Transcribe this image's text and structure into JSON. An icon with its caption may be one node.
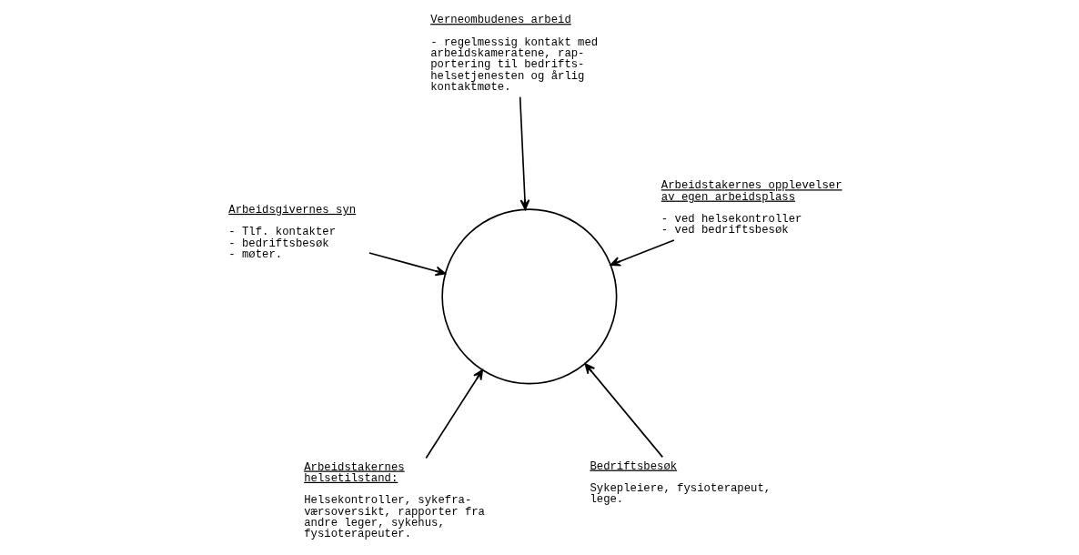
{
  "diagram": {
    "nodes": [
      {
        "text": [],
        "shape": "circle"
      },
      {
        "text": [
          "Bedriftsbesøk",
          "Sykepleiere, fysioterapeut, lege."
        ]
      },
      {
        "text": [
          "Arbeidstakernes helsetilstand:",
          "Helsekontroller, sykefra- værsoversikt, rapporter fra andre leger, sykehus, fysioterapeuter."
        ]
      },
      {
        "text": [
          "Arbeidsgivernes syn",
          "- Tlf. kontakter",
          "- bedriftsbesøk",
          "- møter."
        ]
      },
      {
        "text": [
          "Arbeidstakernes opplevelser av egen arbeidsplass",
          "- ved helsekontroller",
          "- ved bedriftsbesøk"
        ]
      },
      {
        "text": [
          "Verneombudenes arbeid",
          "- regelmessig kontakt med arbeidskameratene, rap- portering til bedrifts- helsetjenesten og årlig kontaktmøte."
        ]
      }
    ],
    "edges": [
      {
        "from": 1,
        "to": 0,
        "arrow": "to"
      },
      {
        "from": 2,
        "to": 0,
        "arrow": "to"
      },
      {
        "from": 3,
        "to": 0,
        "arrow": "to"
      },
      {
        "from": 4,
        "to": 0,
        "arrow": "to"
      },
      {
        "from": 5,
        "to": 0,
        "arrow": "to"
      }
    ]
  }
}
